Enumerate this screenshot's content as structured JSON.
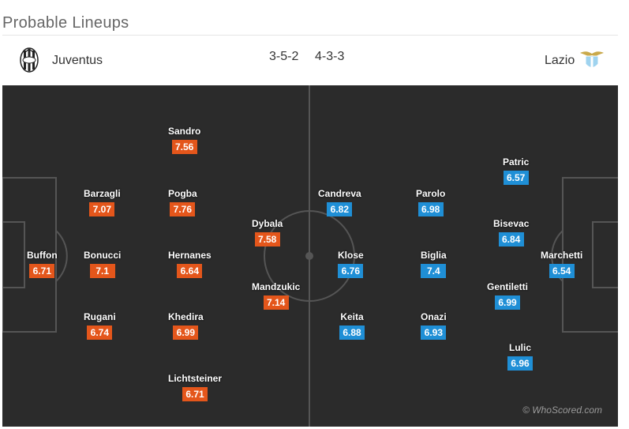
{
  "title": "Probable Lineups",
  "home": {
    "name": "Juventus",
    "formation": "3-5-2"
  },
  "away": {
    "name": "Lazio",
    "formation": "4-3-3"
  },
  "colors": {
    "home_rating": "#e4561b",
    "away_rating": "#1f8fd6",
    "pitch": "#2b2b2b"
  },
  "players": {
    "buffon": {
      "name": "Buffon",
      "rating": "6.71"
    },
    "barzagli": {
      "name": "Barzagli",
      "rating": "7.07"
    },
    "bonucci": {
      "name": "Bonucci",
      "rating": "7.1"
    },
    "rugani": {
      "name": "Rugani",
      "rating": "6.74"
    },
    "sandro": {
      "name": "Sandro",
      "rating": "7.56"
    },
    "pogba": {
      "name": "Pogba",
      "rating": "7.76"
    },
    "hernanes": {
      "name": "Hernanes",
      "rating": "6.64"
    },
    "khedira": {
      "name": "Khedira",
      "rating": "6.99"
    },
    "lichtsteiner": {
      "name": "Lichtsteiner",
      "rating": "6.71"
    },
    "dybala": {
      "name": "Dybala",
      "rating": "7.58"
    },
    "mandzukic": {
      "name": "Mandzukic",
      "rating": "7.14"
    },
    "candreva": {
      "name": "Candreva",
      "rating": "6.82"
    },
    "klose": {
      "name": "Klose",
      "rating": "6.76"
    },
    "keita": {
      "name": "Keita",
      "rating": "6.88"
    },
    "parolo": {
      "name": "Parolo",
      "rating": "6.98"
    },
    "biglia": {
      "name": "Biglia",
      "rating": "7.4"
    },
    "onazi": {
      "name": "Onazi",
      "rating": "6.93"
    },
    "patric": {
      "name": "Patric",
      "rating": "6.57"
    },
    "bisevac": {
      "name": "Bisevac",
      "rating": "6.84"
    },
    "gentiletti": {
      "name": "Gentiletti",
      "rating": "6.99"
    },
    "lulic": {
      "name": "Lulic",
      "rating": "6.96"
    },
    "marchetti": {
      "name": "Marchetti",
      "rating": "6.54"
    }
  },
  "watermark": "© WhoScored.com"
}
